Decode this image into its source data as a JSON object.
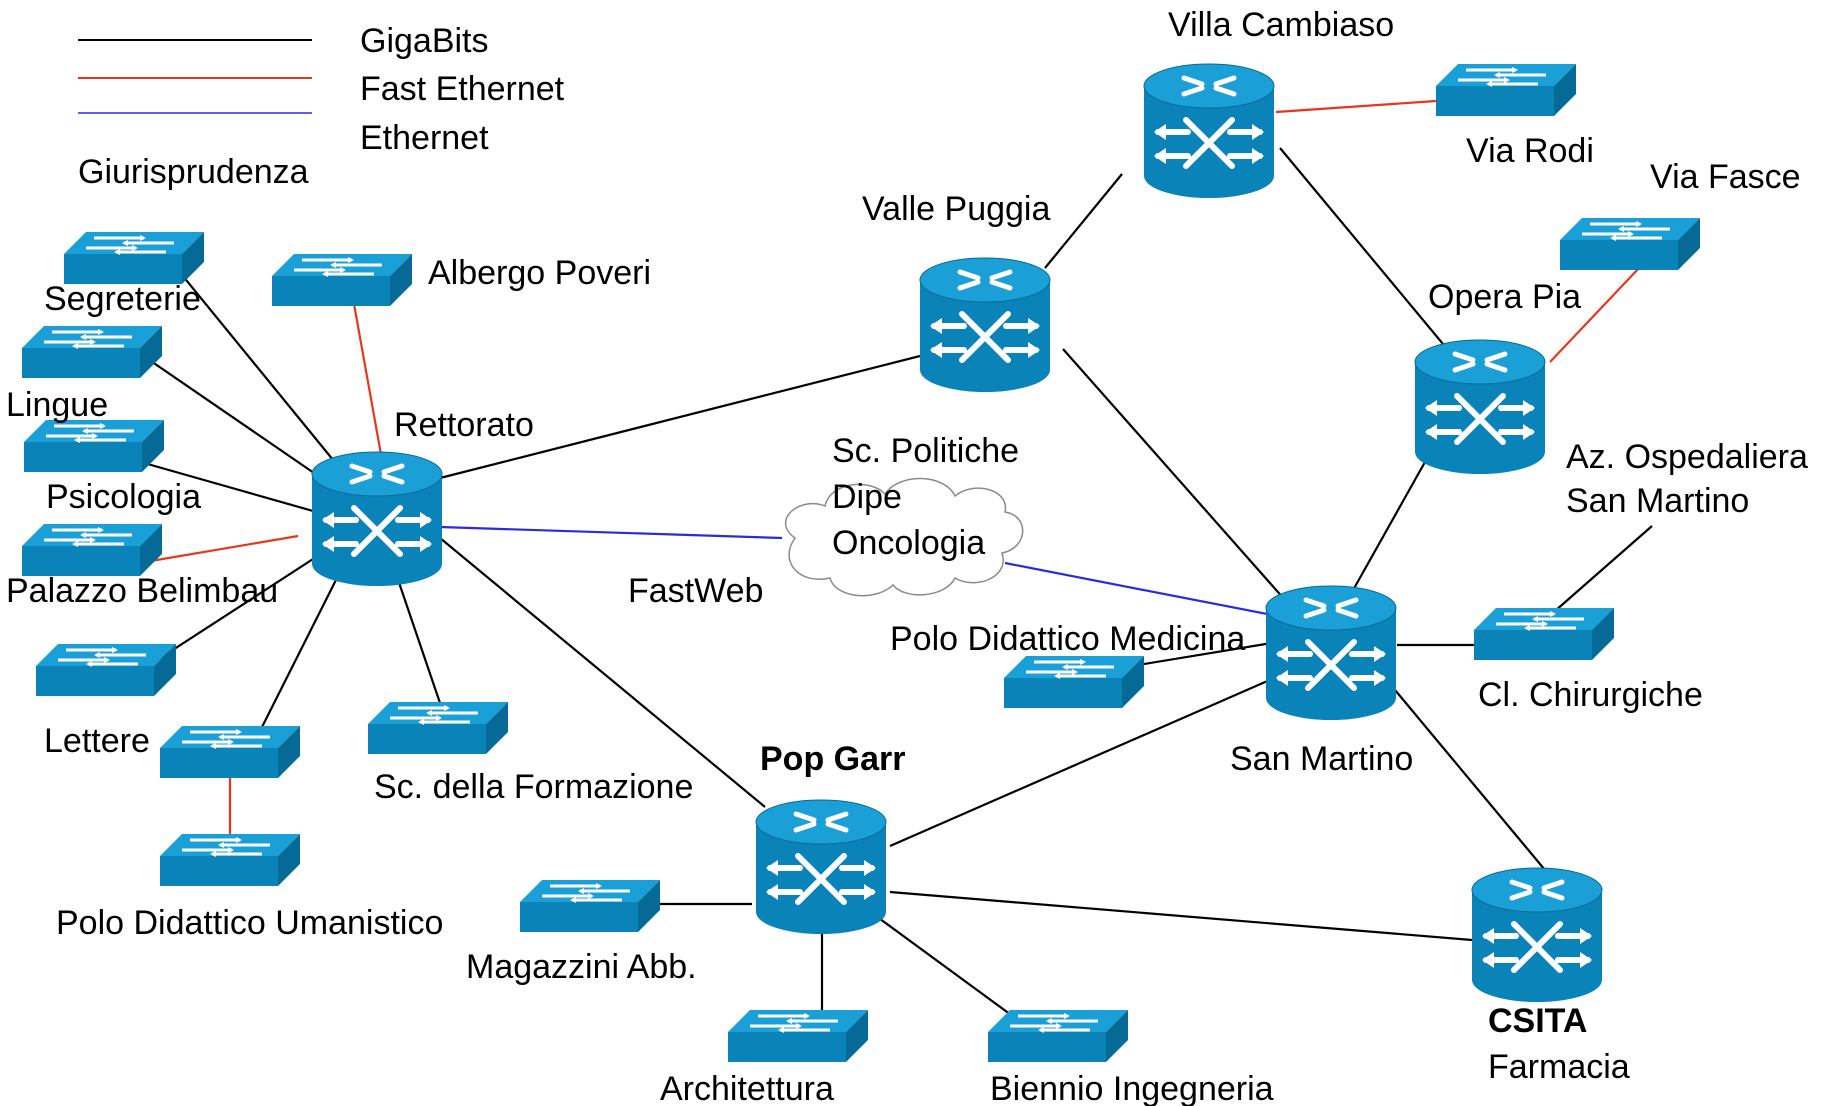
{
  "legend": {
    "items": [
      {
        "label": "GigaBits",
        "color": "#000000"
      },
      {
        "label": "Fast Ethernet",
        "color": "#e8361a"
      },
      {
        "label": "Ethernet",
        "color": "#2a2ae0"
      }
    ]
  },
  "labels": {
    "giurisprudenza": "Giurisprudenza",
    "villa_cambiaso": "Villa Cambiaso",
    "via_rodi": "Via Rodi",
    "via_fasce": "Via Fasce",
    "valle_puggia": "Valle Puggia",
    "opera_pia": "Opera Pia",
    "segreterie": "Segreterie",
    "albergo_poveri": "Albergo Poveri",
    "lingue": "Lingue",
    "rettorato": "Rettorato",
    "sc_politiche": "Sc. Politiche",
    "dipe": "Dipe",
    "oncologia": "Oncologia",
    "az_ospedaliera_1": "Az. Ospedaliera",
    "az_ospedaliera_2": "San Martino",
    "psicologia": "Psicologia",
    "palazzo_belimbau": "Palazzo Belimbau",
    "fastweb": "FastWeb",
    "polo_medicina": "Polo Didattico Medicina",
    "cl_chirurgiche": "Cl. Chirurgiche",
    "lettere": "Lettere",
    "pop_garr": "Pop Garr",
    "san_martino": "San Martino",
    "sc_formazione": "Sc. della Formazione",
    "polo_umanistico": "Polo Didattico Umanistico",
    "magazzini": "Magazzini Abb.",
    "csita": "CSITA",
    "farmacia": "Farmacia",
    "architettura": "Architettura",
    "biennio": "Biennio Ingegneria"
  },
  "colors": {
    "device_top": "#1aa0d6",
    "device_body": "#0a84b8",
    "device_dark": "#066a96",
    "gigabit": "#000000",
    "fast_ethernet": "#e8361a",
    "ethernet": "#2a2ae0",
    "cloud_fill": "#ffffff",
    "cloud_stroke": "#8a8a8a"
  },
  "icons": {
    "router": "router-icon",
    "switch": "switch-icon",
    "cloud": "cloud-icon"
  }
}
